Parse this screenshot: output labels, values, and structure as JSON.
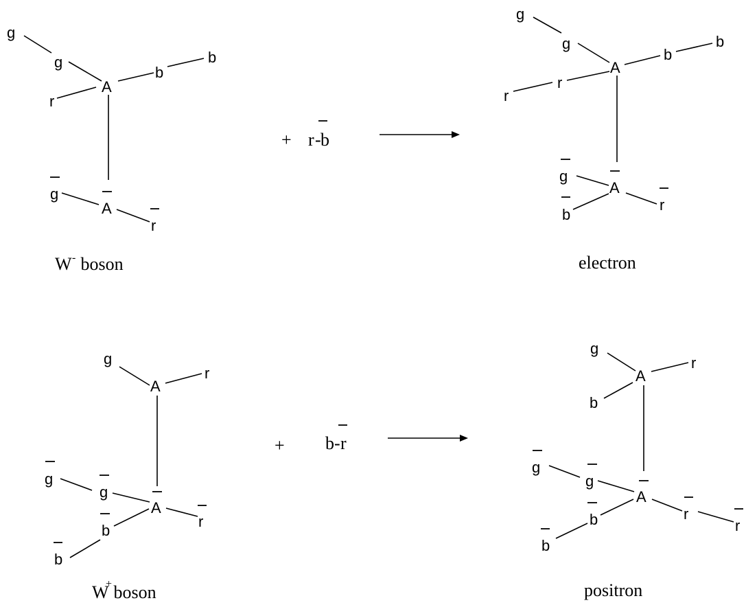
{
  "reactions": [
    {
      "reactant": {
        "name_base": "W",
        "name_sup": "-",
        "name_rest": " boson",
        "nodes": {
          "A1": "A",
          "A2": "A",
          "g1": "g",
          "g2": "g",
          "r1": "r",
          "b1": "b",
          "b2": "b",
          "g3": "g",
          "r2": "r"
        }
      },
      "operator": "+",
      "added": {
        "left": "r",
        "dash": "-",
        "right": "b"
      },
      "product": {
        "name": "electron",
        "nodes": {
          "A1": "A",
          "A2": "A",
          "g1": "g",
          "g2": "g",
          "r1": "r",
          "r2": "r",
          "b1": "b",
          "b2": "b",
          "g3": "g",
          "b3": "b",
          "r3": "r"
        }
      }
    },
    {
      "reactant": {
        "name_base": "W",
        "name_sup": "+",
        "name_rest": " boson",
        "nodes": {
          "A1": "A",
          "A2": "A",
          "g1": "g",
          "r1": "r",
          "g2": "g",
          "g3": "g",
          "b1": "b",
          "b2": "b",
          "r2": "r"
        }
      },
      "operator": "+",
      "added": {
        "left": "b",
        "dash": "-",
        "right": "r"
      },
      "product": {
        "name": "positron",
        "nodes": {
          "A1": "A",
          "A2": "A",
          "g1": "g",
          "r1": "r",
          "b1": "b",
          "g2": "g",
          "g3": "g",
          "b2": "b",
          "b3": "b",
          "r2": "r",
          "r3": "r"
        }
      }
    }
  ]
}
